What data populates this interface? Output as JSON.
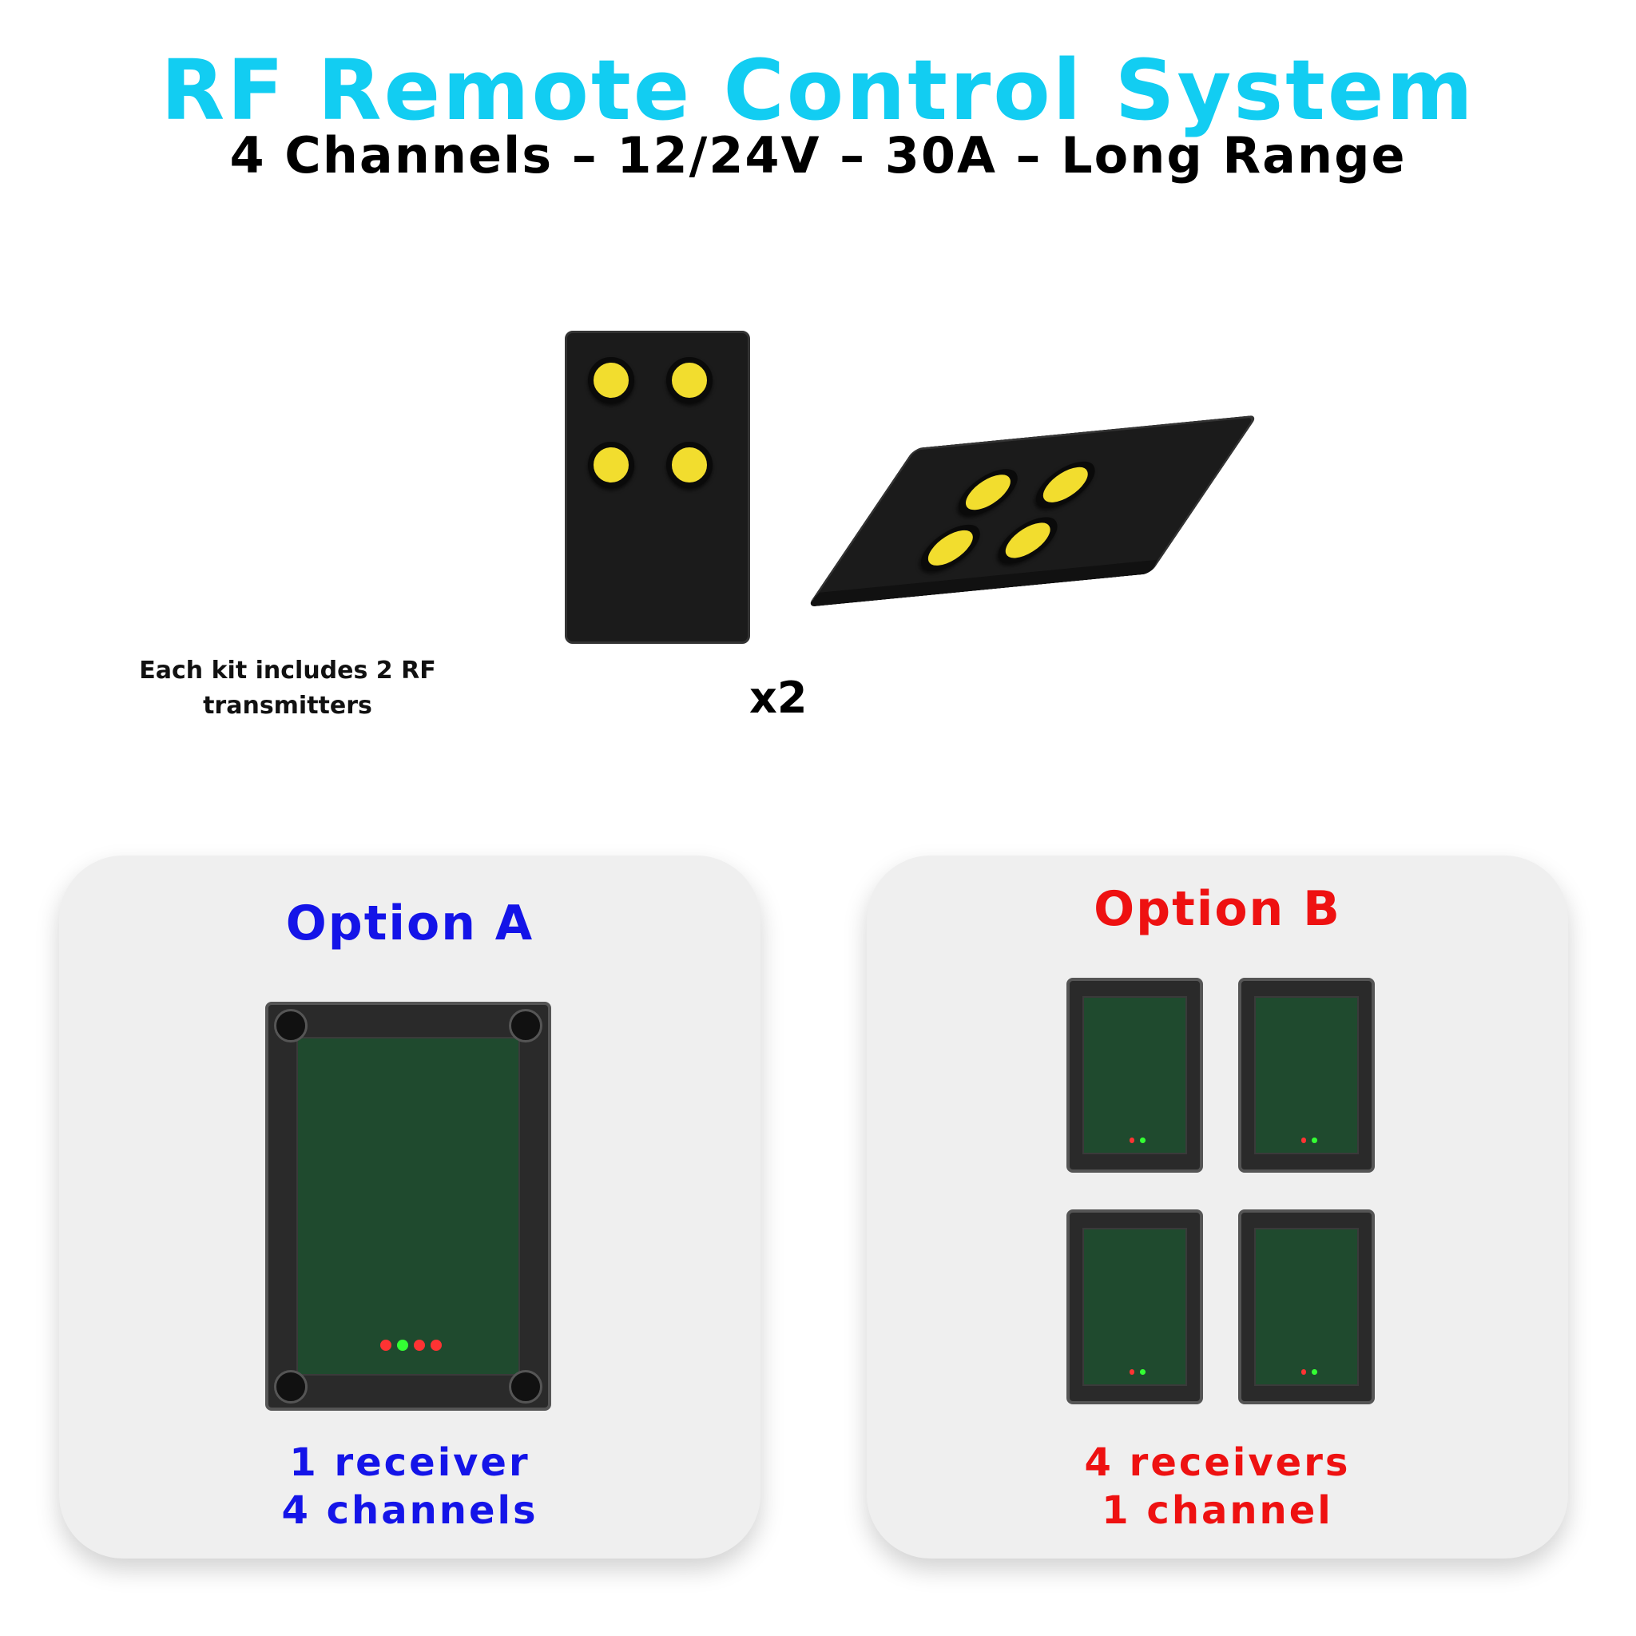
{
  "header": {
    "title": "RF Remote Control System",
    "subtitle": "4 Channels – 12/24V – 30A – Long Range"
  },
  "transmitters": {
    "note": "Each kit includes 2 RF transmitters",
    "quantity_label": "x2",
    "button_color": "#f2dd2e"
  },
  "option_a": {
    "title": "Option A",
    "line1": "1 receiver",
    "line2": "4 channels",
    "color": "#1414e8"
  },
  "option_b": {
    "title": "Option B",
    "line1": "4 receivers",
    "line2": "1 channel",
    "color": "#ee1111"
  }
}
